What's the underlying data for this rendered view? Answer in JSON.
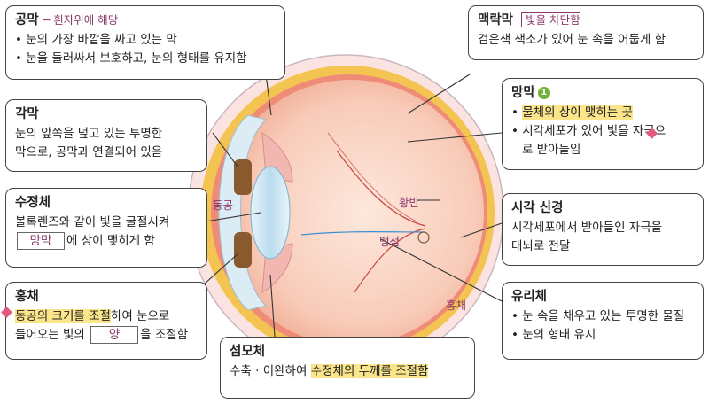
{
  "boxes": {
    "sclera": {
      "title": "공막",
      "note": "─ 흰자위에 해당",
      "lines": [
        "• 눈의 가장 바깥을 싸고 있는 막",
        "• 눈을 둘러싸서 보호하고, 눈의 형태를 유지함"
      ]
    },
    "cornea": {
      "title": "각막",
      "lines": [
        "눈의 앞쪽을 덮고 있는 투명한",
        "막으로, 공막과 연결되어 있음"
      ]
    },
    "lens": {
      "title": "수정체",
      "line1": "볼록렌즈와 같이 빛을 굴절시켜",
      "blank": "망막",
      "line2_rest": "에 상이 맺히게 함"
    },
    "iris": {
      "title": "홍채",
      "line1_hl": "동공의 크기를 조절",
      "line1_rest": "하여 눈으로",
      "line2_pre": "들어오는 빛의",
      "blank": "양",
      "line2_rest": "을 조절함"
    },
    "ciliary": {
      "title": "섬모체",
      "pre": "수축 · 이완하여 ",
      "hl": "수정체의 두께를  조절함"
    },
    "choroid": {
      "title": "맥락막",
      "note": "빛을 차단함",
      "line": "검은색 색소가 있어 눈 속을 어둡게 함"
    },
    "retina": {
      "title": "망막",
      "badge": "1",
      "line1_hl": "물체의 상이 맺히는 곳",
      "line2": "• 시각세포가 있어 빛을 자극으",
      "line3": "로 받아들임"
    },
    "optic": {
      "title": "시각 신경",
      "lines": [
        "시각세포에서 받아들인 자극을",
        "대뇌로 전달"
      ]
    },
    "vitreous": {
      "title": "유리체",
      "lines": [
        "• 눈 속을 채우고 있는 투명한 물질",
        "• 눈의 형태 유지"
      ]
    }
  },
  "labels": {
    "pupil": "동공",
    "yellow_spot": "황반",
    "blind_spot": "맹점",
    "iris_small": "홍채"
  },
  "colors": {
    "sclera": "#fbe3e2",
    "choroid": "#f2c86a",
    "retina": "#f29a82",
    "highlight": "#fbe58a",
    "note": "#8a3a6a"
  }
}
